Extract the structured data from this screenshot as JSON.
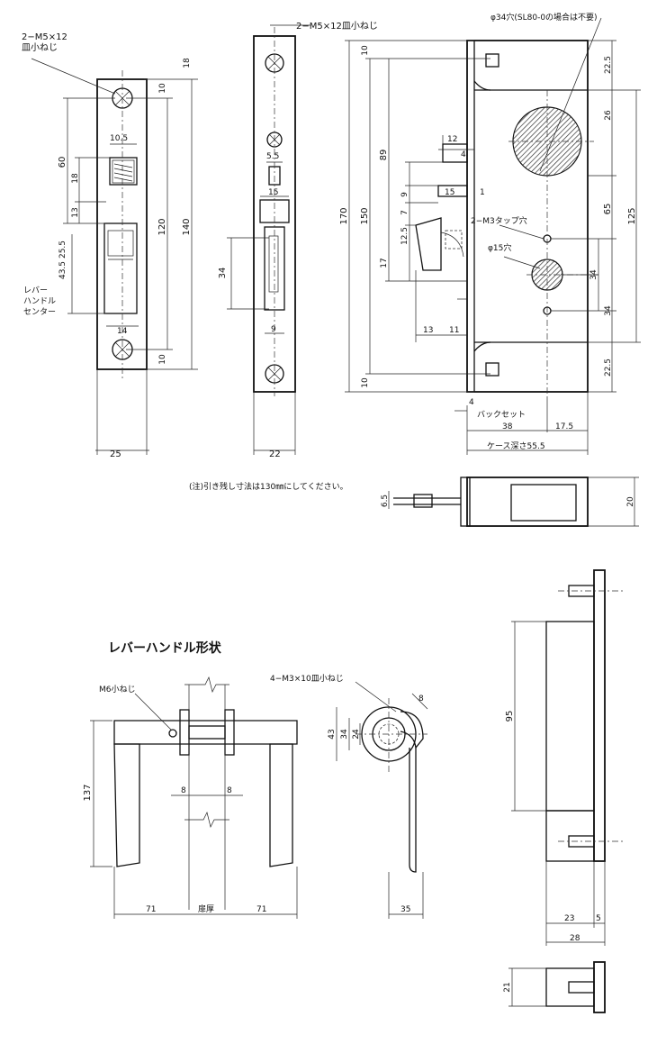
{
  "notes": {
    "front_plate_screws": "2−M5×12\n皿小ねじ",
    "strike_screws": "2−M5×12皿小ねじ",
    "hole_note": "φ34穴(SL80-0の場合は不要)",
    "tap_hole": "2−M3タップ穴",
    "phi15": "φ15穴",
    "lever_center": "レバー\nハンドル\nセンター",
    "backset": "バックセット",
    "case_depth": "ケース深さ55.5",
    "leave_note": "(注)引き残し寸法は130㎜にしてください。",
    "lever_title": "レバーハンドル形状",
    "m6_screw": "M6小ねじ",
    "rose_screws": "4−M3×10皿小ねじ",
    "door_thickness": "扉厚"
  },
  "dims": {
    "fp_w": "25",
    "fp_h120": "120",
    "fp_h140": "140",
    "fp_18": "18",
    "fp_10a": "10",
    "fp_10b": "10",
    "fp_60": "60",
    "fp_18b": "18",
    "fp_13": "13",
    "fp_105": "10.5",
    "fp_255": "25.5",
    "fp_435": "43.5",
    "fp_14": "14",
    "st_w": "22",
    "st_55": "5.5",
    "st_15": "15",
    "st_34": "34",
    "st_9": "9",
    "c_170": "170",
    "c_150": "150",
    "c_89": "89",
    "c_10a": "10",
    "c_10b": "10",
    "c_12": "12",
    "c_4": "4",
    "c_15": "15",
    "c_1": "1",
    "c_9": "9",
    "c_7": "7",
    "c_125": "12.5",
    "c_17": "17",
    "c_13": "13",
    "c_11": "11",
    "c_225a": "22.5",
    "c_26": "26",
    "c_65": "65",
    "c_125b": "125",
    "c_34a": "34",
    "c_34b": "34",
    "c_225b": "22.5",
    "c_4b": "4",
    "c_38": "38",
    "c_175": "17.5",
    "tv_65": "6.5",
    "tv_20": "20",
    "lh_137": "137",
    "lh_8a": "8",
    "lh_8b": "8",
    "lh_71a": "71",
    "lh_71b": "71",
    "ls_43": "43",
    "ls_34": "34",
    "ls_24": "24",
    "ls_8": "8",
    "ls_35": "35",
    "sv_95": "95",
    "sv_23": "23",
    "sv_5": "5",
    "sv_28": "28",
    "sv_21": "21"
  }
}
